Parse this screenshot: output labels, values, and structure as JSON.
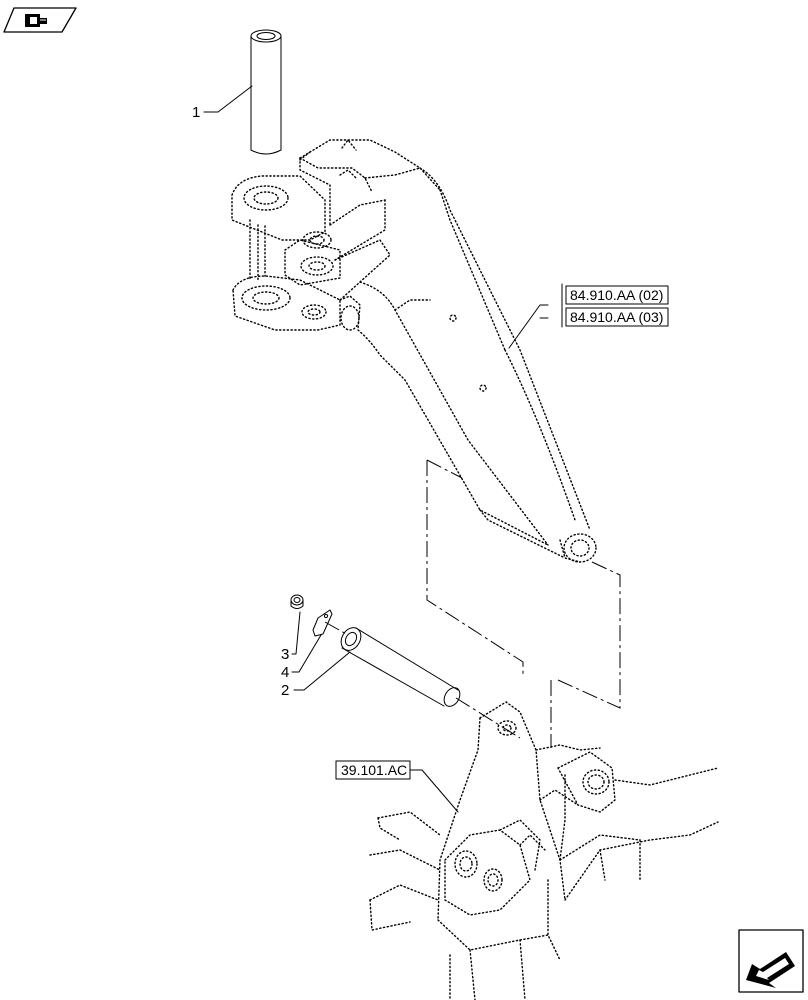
{
  "callouts": {
    "c1": "1",
    "c2": "2",
    "c3": "3",
    "c4": "4"
  },
  "references": {
    "ref_a": "84.910.AA (02)",
    "ref_b": "84.910.AA (03)",
    "ref_c": "39.101.AC"
  },
  "icons": {
    "top_left": "book-pointing-hand-icon",
    "bottom_right": "next-page-arrow-icon"
  }
}
